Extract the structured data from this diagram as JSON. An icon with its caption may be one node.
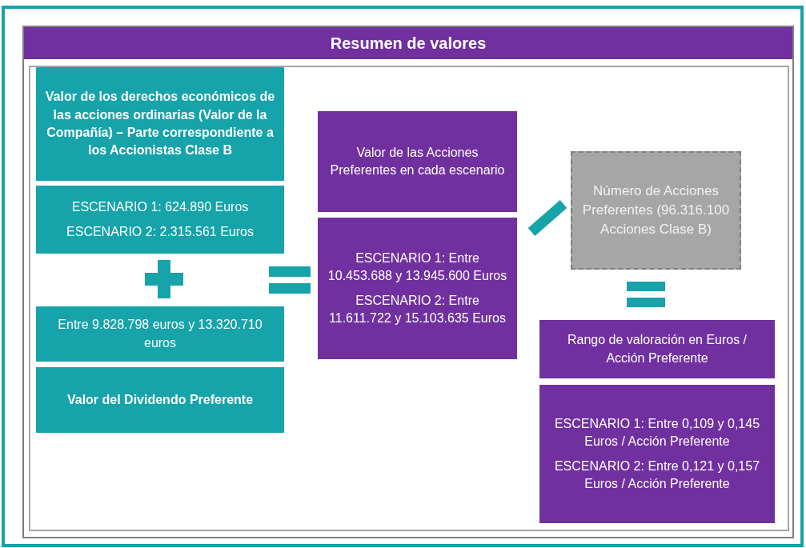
{
  "diagram": {
    "title": "Resumen de valores",
    "nodes": [
      {
        "text": [
          "Valor de los derechos económicos de las acciones ordinarias (Valor  de la Compañía) – Parte correspondiente a los Accionistas  Clase B"
        ]
      },
      {
        "text": [
          "ESCENARIO 1:  624.890 Euros",
          "ESCENARIO 2: 2.315.561 Euros"
        ]
      },
      {
        "text": [
          "Entre 9.828.798 euros y 13.320.710 euros"
        ]
      },
      {
        "text": [
          "Valor del Dividendo Preferente"
        ]
      },
      {
        "text": [
          "Valor de las Acciones Preferentes en cada escenario"
        ]
      },
      {
        "text": [
          "ESCENARIO 1: Entre 10.453.688 y 13.945.600 Euros",
          "ESCENARIO 2: Entre 11.611.722 y 15.103.635 Euros"
        ]
      },
      {
        "text": [
          "Número de Acciones Preferentes (96.316.100 Acciones Clase B)"
        ]
      },
      {
        "text": [
          "Rango de valoración en Euros / Acción Preferente"
        ]
      },
      {
        "text": [
          "ESCENARIO 1: Entre 0,109 y 0,145 Euros / Acción Preferente",
          "ESCENARIO 2: Entre 0,121 y 0,157 Euros / Acción Preferente"
        ]
      }
    ]
  }
}
